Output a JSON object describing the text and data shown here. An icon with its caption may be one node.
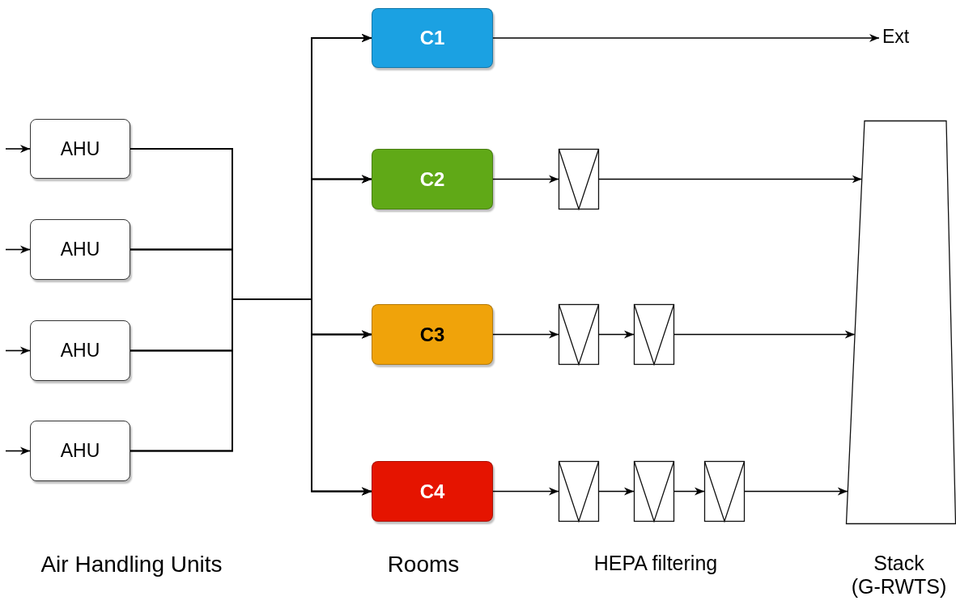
{
  "diagram": {
    "nodes": [
      {
        "text": [
          "AHU"
        ]
      },
      {
        "text": [
          "AHU"
        ]
      },
      {
        "text": [
          "AHU"
        ]
      },
      {
        "text": [
          "AHU"
        ]
      },
      {
        "text": [
          "C1"
        ]
      },
      {
        "text": [
          "C2"
        ]
      },
      {
        "text": [
          "C3"
        ]
      },
      {
        "text": [
          "C4"
        ]
      },
      {
        "text": [
          "Ext"
        ]
      },
      {
        "text": [],
        "shape": "box"
      },
      {
        "text": [],
        "shape": "box"
      },
      {
        "text": [],
        "shape": "box"
      },
      {
        "text": [],
        "shape": "box"
      },
      {
        "text": [],
        "shape": "box"
      },
      {
        "text": [],
        "shape": "box"
      },
      {
        "text": [],
        "shape": "trapezoid"
      }
    ],
    "edges": [
      {
        "from": null,
        "to": 0,
        "arrow": "to"
      },
      {
        "from": null,
        "to": 1,
        "arrow": "to"
      },
      {
        "from": null,
        "to": 2,
        "arrow": "to"
      },
      {
        "from": null,
        "to": 3,
        "arrow": "to"
      },
      {
        "from": 0,
        "to": 4,
        "arrow": "to"
      },
      {
        "from": 0,
        "to": 5,
        "arrow": "to"
      },
      {
        "from": 0,
        "to": 6,
        "arrow": "to"
      },
      {
        "from": 0,
        "to": 7,
        "arrow": "to"
      },
      {
        "from": 1,
        "to": 4,
        "arrow": "to"
      },
      {
        "from": 1,
        "to": 5,
        "arrow": "to"
      },
      {
        "from": 1,
        "to": 6,
        "arrow": "to"
      },
      {
        "from": 1,
        "to": 7,
        "arrow": "to"
      },
      {
        "from": 2,
        "to": 4,
        "arrow": "to"
      },
      {
        "from": 2,
        "to": 5,
        "arrow": "to"
      },
      {
        "from": 2,
        "to": 6,
        "arrow": "to"
      },
      {
        "from": 2,
        "to": 7,
        "arrow": "to"
      },
      {
        "from": 3,
        "to": 4,
        "arrow": "to"
      },
      {
        "from": 3,
        "to": 5,
        "arrow": "to"
      },
      {
        "from": 3,
        "to": 6,
        "arrow": "to"
      },
      {
        "from": 3,
        "to": 7,
        "arrow": "to"
      },
      {
        "from": 4,
        "to": 8,
        "arrow": "to"
      },
      {
        "from": 5,
        "to": 9,
        "arrow": "to"
      },
      {
        "from": 9,
        "to": 15,
        "arrow": "to"
      },
      {
        "from": 6,
        "to": 10,
        "arrow": "to"
      },
      {
        "from": 10,
        "to": 11,
        "arrow": "to"
      },
      {
        "from": 11,
        "to": 15,
        "arrow": "to"
      },
      {
        "from": 7,
        "to": 12,
        "arrow": "to"
      },
      {
        "from": 12,
        "to": 13,
        "arrow": "to"
      },
      {
        "from": 13,
        "to": 14,
        "arrow": "to"
      },
      {
        "from": 14,
        "to": 15,
        "arrow": "to"
      }
    ],
    "labels": [
      "Air Handling Units",
      "Rooms",
      "HEPA filtering",
      "Stack (G-RWTS)"
    ]
  }
}
